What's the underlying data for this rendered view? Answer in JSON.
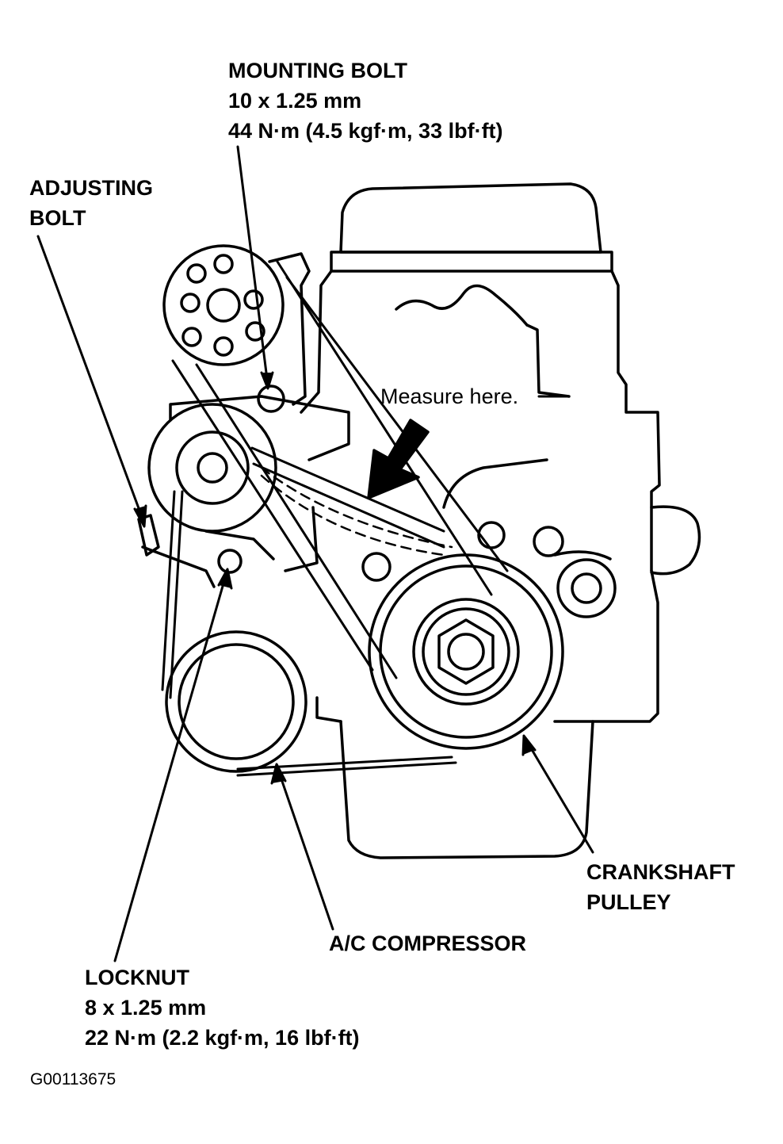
{
  "labels": {
    "mounting_bolt": {
      "title": "MOUNTING BOLT",
      "size": "10 x 1.25 mm",
      "torque": "44 N·m (4.5 kgf·m, 33 lbf·ft)"
    },
    "adjusting_bolt": {
      "line1": "ADJUSTING",
      "line2": "BOLT"
    },
    "measure": "Measure here.",
    "crankshaft_pulley": {
      "line1": "CRANKSHAFT",
      "line2": "PULLEY"
    },
    "ac_compressor": "A/C COMPRESSOR",
    "locknut": {
      "title": "LOCKNUT",
      "size": "8 x 1.25 mm",
      "torque": "22 N·m (2.2 kgf·m, 16 lbf·ft)"
    },
    "figure_code": "G00113675"
  },
  "colors": {
    "ink": "#000000",
    "paper": "#ffffff"
  }
}
